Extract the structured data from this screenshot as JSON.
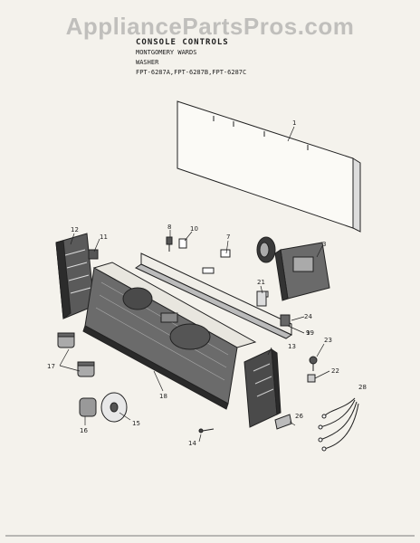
{
  "watermark": "AppliancePartsPros.com",
  "header": {
    "title": "CONSOLE CONTROLS",
    "brand": "MONTGOMERY WARDS",
    "product": "WASHER",
    "models": "FPT-6287A,FPT-6287B,FPT-6287C"
  },
  "callouts": [
    "1",
    "3",
    "7",
    "8",
    "9",
    "10",
    "11",
    "12",
    "13",
    "14",
    "15",
    "16",
    "17",
    "18",
    "19",
    "21",
    "22",
    "23",
    "24",
    "26"
  ]
}
